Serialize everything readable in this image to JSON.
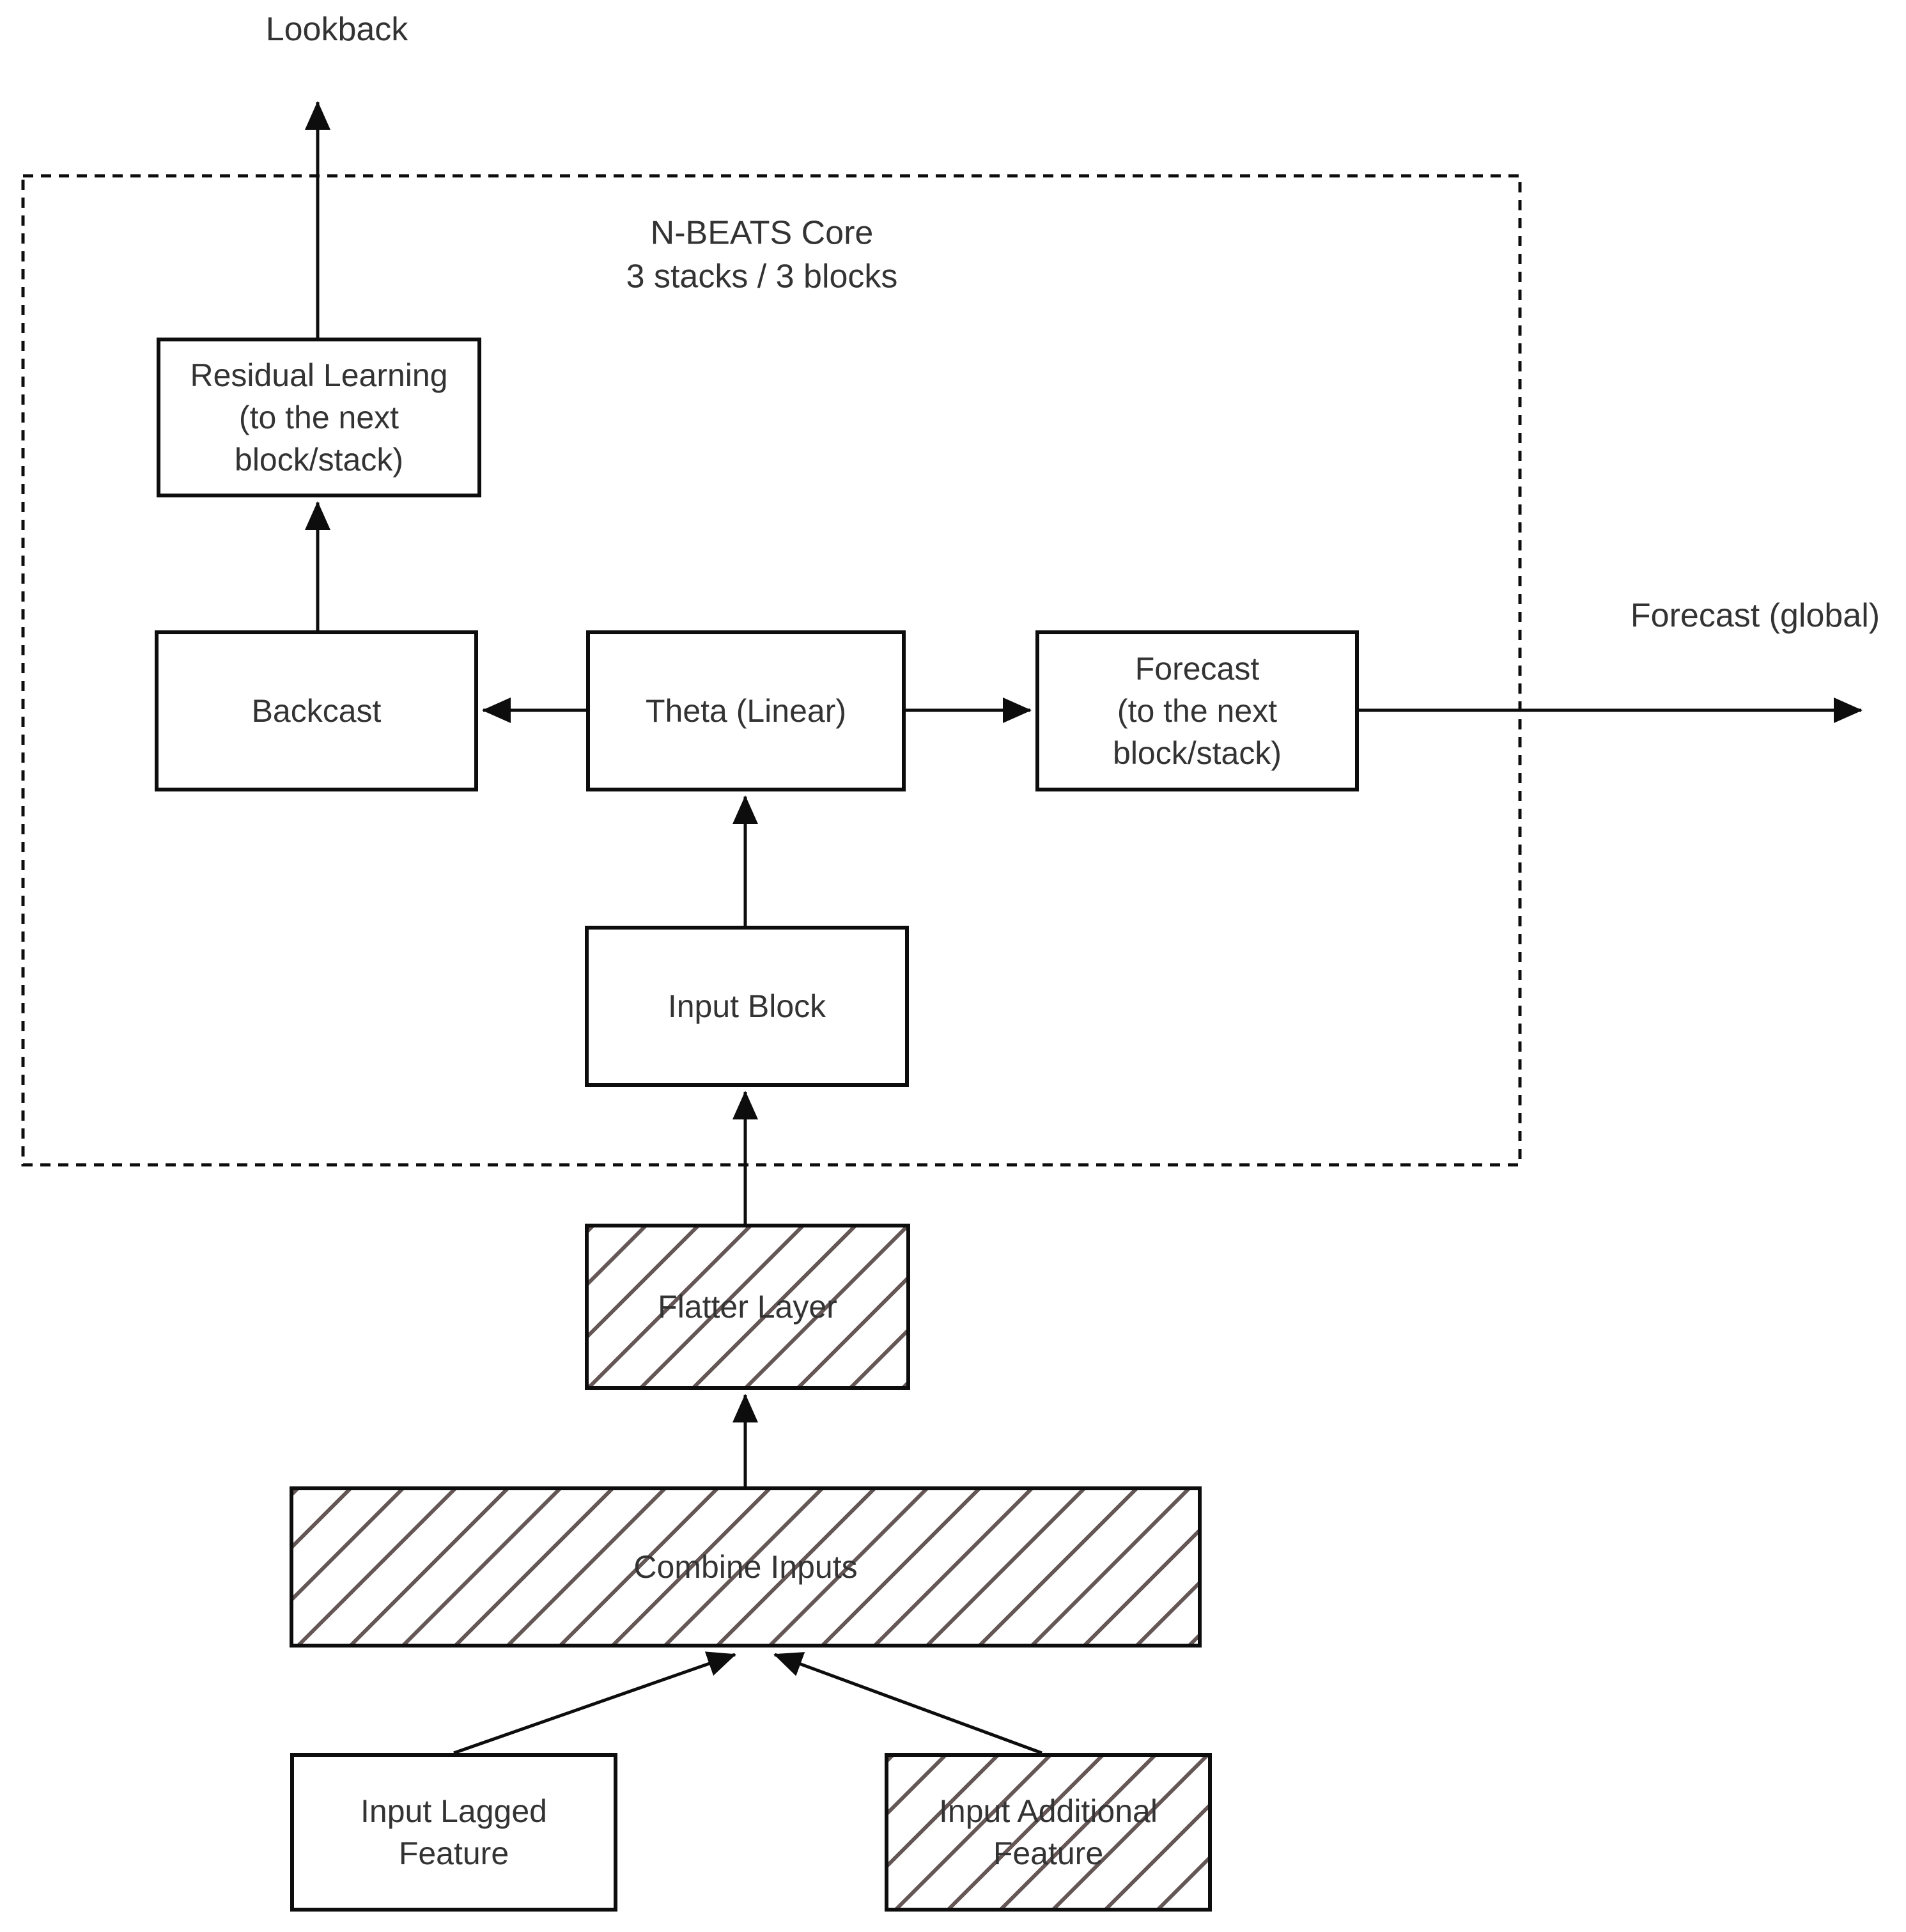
{
  "colors": {
    "line": "#0d0d0d",
    "hatch": "#665757",
    "text": "#333333",
    "background": "#ffffff"
  },
  "labels": {
    "lookback": "Lookback",
    "core_title_line1": "N-BEATS Core",
    "core_title_line2": "3 stacks / 3 blocks",
    "forecast_global": "Forecast (global)"
  },
  "nodes": {
    "residual_learning": {
      "label": "Residual Learning\n(to the next\nblock/stack)",
      "hatched": false
    },
    "backcast": {
      "label": "Backcast",
      "hatched": false
    },
    "theta": {
      "label": "Theta (Linear)",
      "hatched": false
    },
    "forecast": {
      "label": "Forecast\n(to the next\nblock/stack)",
      "hatched": false
    },
    "input_block": {
      "label": "Input Block",
      "hatched": false
    },
    "flatter_layer": {
      "label": "Flatter Layer",
      "hatched": true
    },
    "combine_inputs": {
      "label": "Combine Inputs",
      "hatched": true
    },
    "input_lagged": {
      "label": "Input Lagged\nFeature",
      "hatched": false
    },
    "input_additional": {
      "label": "Input Additional\nFeature",
      "hatched": true
    }
  },
  "container": {
    "name": "N-BEATS Core boundary",
    "style": "dashed"
  },
  "edges": [
    {
      "from": "residual_learning",
      "to": "lookback-output",
      "direction": "up"
    },
    {
      "from": "backcast",
      "to": "residual_learning",
      "direction": "up"
    },
    {
      "from": "theta",
      "to": "backcast",
      "direction": "left"
    },
    {
      "from": "theta",
      "to": "forecast",
      "direction": "right"
    },
    {
      "from": "forecast",
      "to": "forecast-global-output",
      "direction": "right"
    },
    {
      "from": "input_block",
      "to": "theta",
      "direction": "up"
    },
    {
      "from": "flatter_layer",
      "to": "input_block",
      "direction": "up"
    },
    {
      "from": "combine_inputs",
      "to": "flatter_layer",
      "direction": "up"
    },
    {
      "from": "input_lagged",
      "to": "combine_inputs",
      "direction": "up-right"
    },
    {
      "from": "input_additional",
      "to": "combine_inputs",
      "direction": "up-left"
    }
  ]
}
